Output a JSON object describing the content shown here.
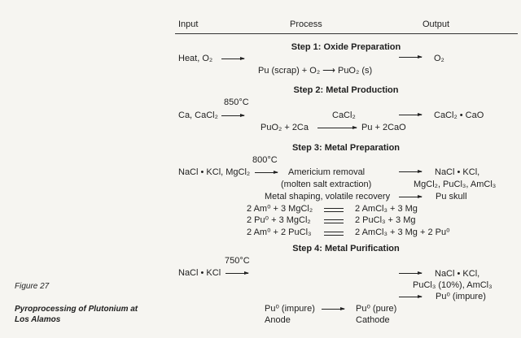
{
  "header": {
    "input": "Input",
    "process": "Process",
    "output": "Output"
  },
  "step1": {
    "title": "Step 1:  Oxide Preparation",
    "input": "Heat, O₂",
    "reaction": "Pu (scrap)  +  O₂  ⟶  PuO₂ (s)",
    "output": "O₂"
  },
  "step2": {
    "title": "Step 2:  Metal Production",
    "temp": "850°C",
    "input": "Ca, CaCl₂",
    "catalyst": "CaCl₂",
    "reaction_left": "PuO₂  +  2Ca",
    "reaction_right": "Pu  +  2CaO",
    "output": "CaCl₂ • CaO"
  },
  "step3": {
    "title": "Step 3:  Metal Preparation",
    "temp": "800°C",
    "input": "NaCl • KCl, MgCl₂",
    "process1": "Americium removal",
    "process1_sub": "(molten salt extraction)",
    "process2": "Metal shaping, volatile recovery",
    "output1_line1": "NaCl • KCl,",
    "output1_line2": "MgCl₂, PuCl₃, AmCl₃",
    "output2": "Pu skull",
    "equations": [
      {
        "left": "2 Am⁰  +  3 MgCl₂",
        "right": "2 AmCl₃  +  3 Mg"
      },
      {
        "left": "2 Pu⁰  +  3 MgCl₂",
        "right": "2 PuCl₃  +  3 Mg"
      },
      {
        "left": "2 Am⁰  +  2 PuCl₃",
        "right": "2 AmCl₃  +  3 Mg  +  2 Pu⁰"
      }
    ]
  },
  "step4": {
    "title": "Step 4:  Metal Purification",
    "temp": "750°C",
    "input": "NaCl • KCl",
    "output1_line1": "NaCl • KCl,",
    "output1_line2": "PuCl₃ (10%), AmCl₃",
    "output2": "Pu⁰ (impure)",
    "anode_material": "Pu⁰ (impure)",
    "anode_label": "Anode",
    "cathode_material": "Pu⁰ (pure)",
    "cathode_label": "Cathode"
  },
  "caption": {
    "figure": "Figure 27",
    "title_line1": "Pyroprocessing of Plutonium at",
    "title_line2": "Los Alamos"
  }
}
